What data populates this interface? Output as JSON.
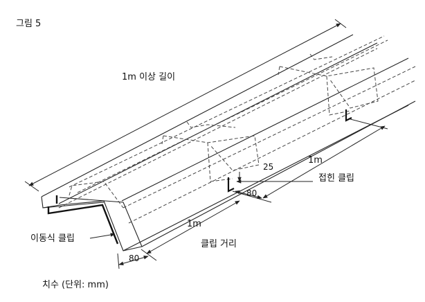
{
  "figure": {
    "title": "그림 5",
    "caption": "치수 (단위: mm)"
  },
  "labels": {
    "length_over": "1m 이상 길이",
    "folded_clip": "접힌 클립",
    "moving_clip": "이동식 클립",
    "clip_distance": "클립 거리",
    "one_meter_right": "1m",
    "one_meter_bottom": "1m",
    "dim_25": "25",
    "dim_80_right": "80",
    "dim_80_bottom": "80"
  },
  "colors": {
    "line": "#222222",
    "dash": "#444444",
    "background": "#ffffff"
  }
}
